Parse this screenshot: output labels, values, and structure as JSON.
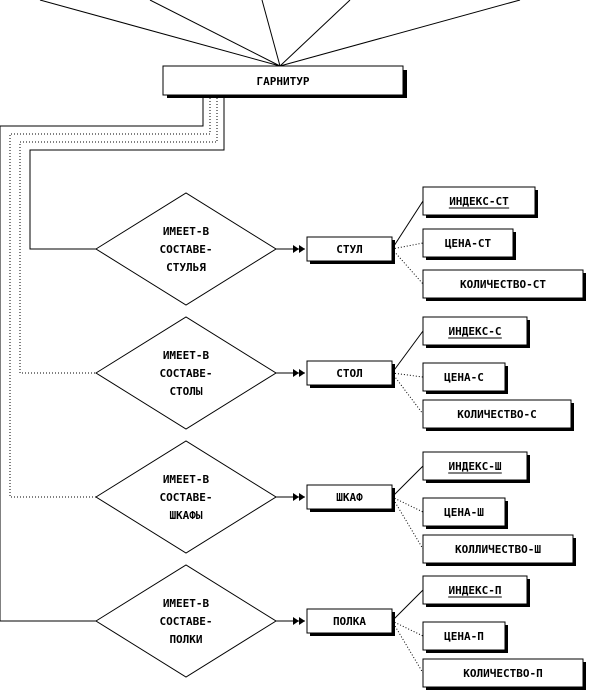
{
  "root": {
    "label": "ГАРНИТУР"
  },
  "relations": [
    {
      "diamond_lines": [
        "ИМЕЕТ-В",
        "СОСТАВЕ-",
        "СТУЛЬЯ"
      ],
      "entity": "СТУЛ",
      "attributes": [
        {
          "label": "ИНДЕКС-СТ",
          "key": true
        },
        {
          "label": "ЦЕНА-СТ",
          "key": false
        },
        {
          "label": "КОЛИЧЕСТВО-СТ",
          "key": false
        }
      ]
    },
    {
      "diamond_lines": [
        "ИМЕЕТ-В",
        "СОСТАВЕ-",
        "СТОЛЫ"
      ],
      "entity": "СТОЛ",
      "attributes": [
        {
          "label": "ИНДЕКС-С",
          "key": true
        },
        {
          "label": "ЦЕНА-С",
          "key": false
        },
        {
          "label": "КОЛИЧЕСТВО-С",
          "key": false
        }
      ]
    },
    {
      "diamond_lines": [
        "ИМЕЕТ-В",
        "СОСТАВЕ-",
        "ШКАФЫ"
      ],
      "entity": "ШКАФ",
      "attributes": [
        {
          "label": "ИНДЕКС-Ш",
          "key": true
        },
        {
          "label": "ЦЕНА-Ш",
          "key": false
        },
        {
          "label": "КОЛЛИЧЕСТВО-Ш",
          "key": false
        }
      ]
    },
    {
      "diamond_lines": [
        "ИМЕЕТ-В",
        "СОСТАВЕ-",
        "ПОЛКИ"
      ],
      "entity": "ПОЛКА",
      "attributes": [
        {
          "label": "ИНДЕКС-П",
          "key": true
        },
        {
          "label": "ЦЕНА-П",
          "key": false
        },
        {
          "label": "КОЛИЧЕСТВО-П",
          "key": false
        }
      ]
    }
  ]
}
